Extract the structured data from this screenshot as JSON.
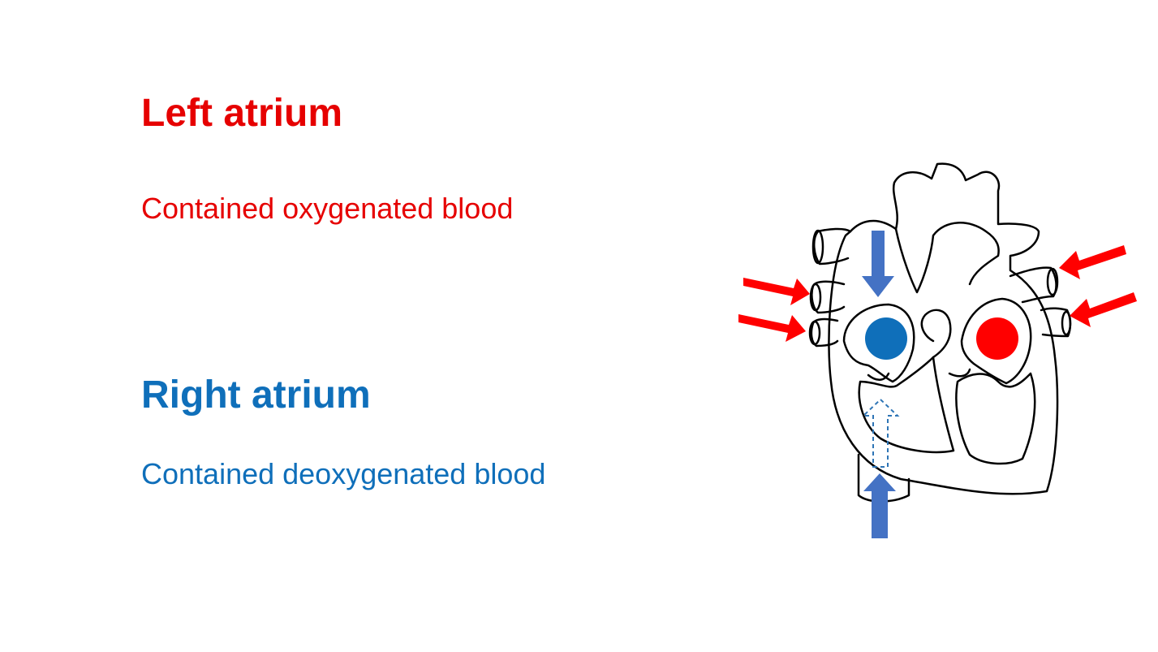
{
  "left_atrium": {
    "title": "Left atrium",
    "description": "Contained oxygenated blood"
  },
  "right_atrium": {
    "title": "Right atrium",
    "description": "Contained deoxygenated blood"
  },
  "colors": {
    "oxygenated": "#e60000",
    "deoxygenated": "#0f6fba",
    "blue_arrow": "#4472c4",
    "outline": "#000000"
  }
}
